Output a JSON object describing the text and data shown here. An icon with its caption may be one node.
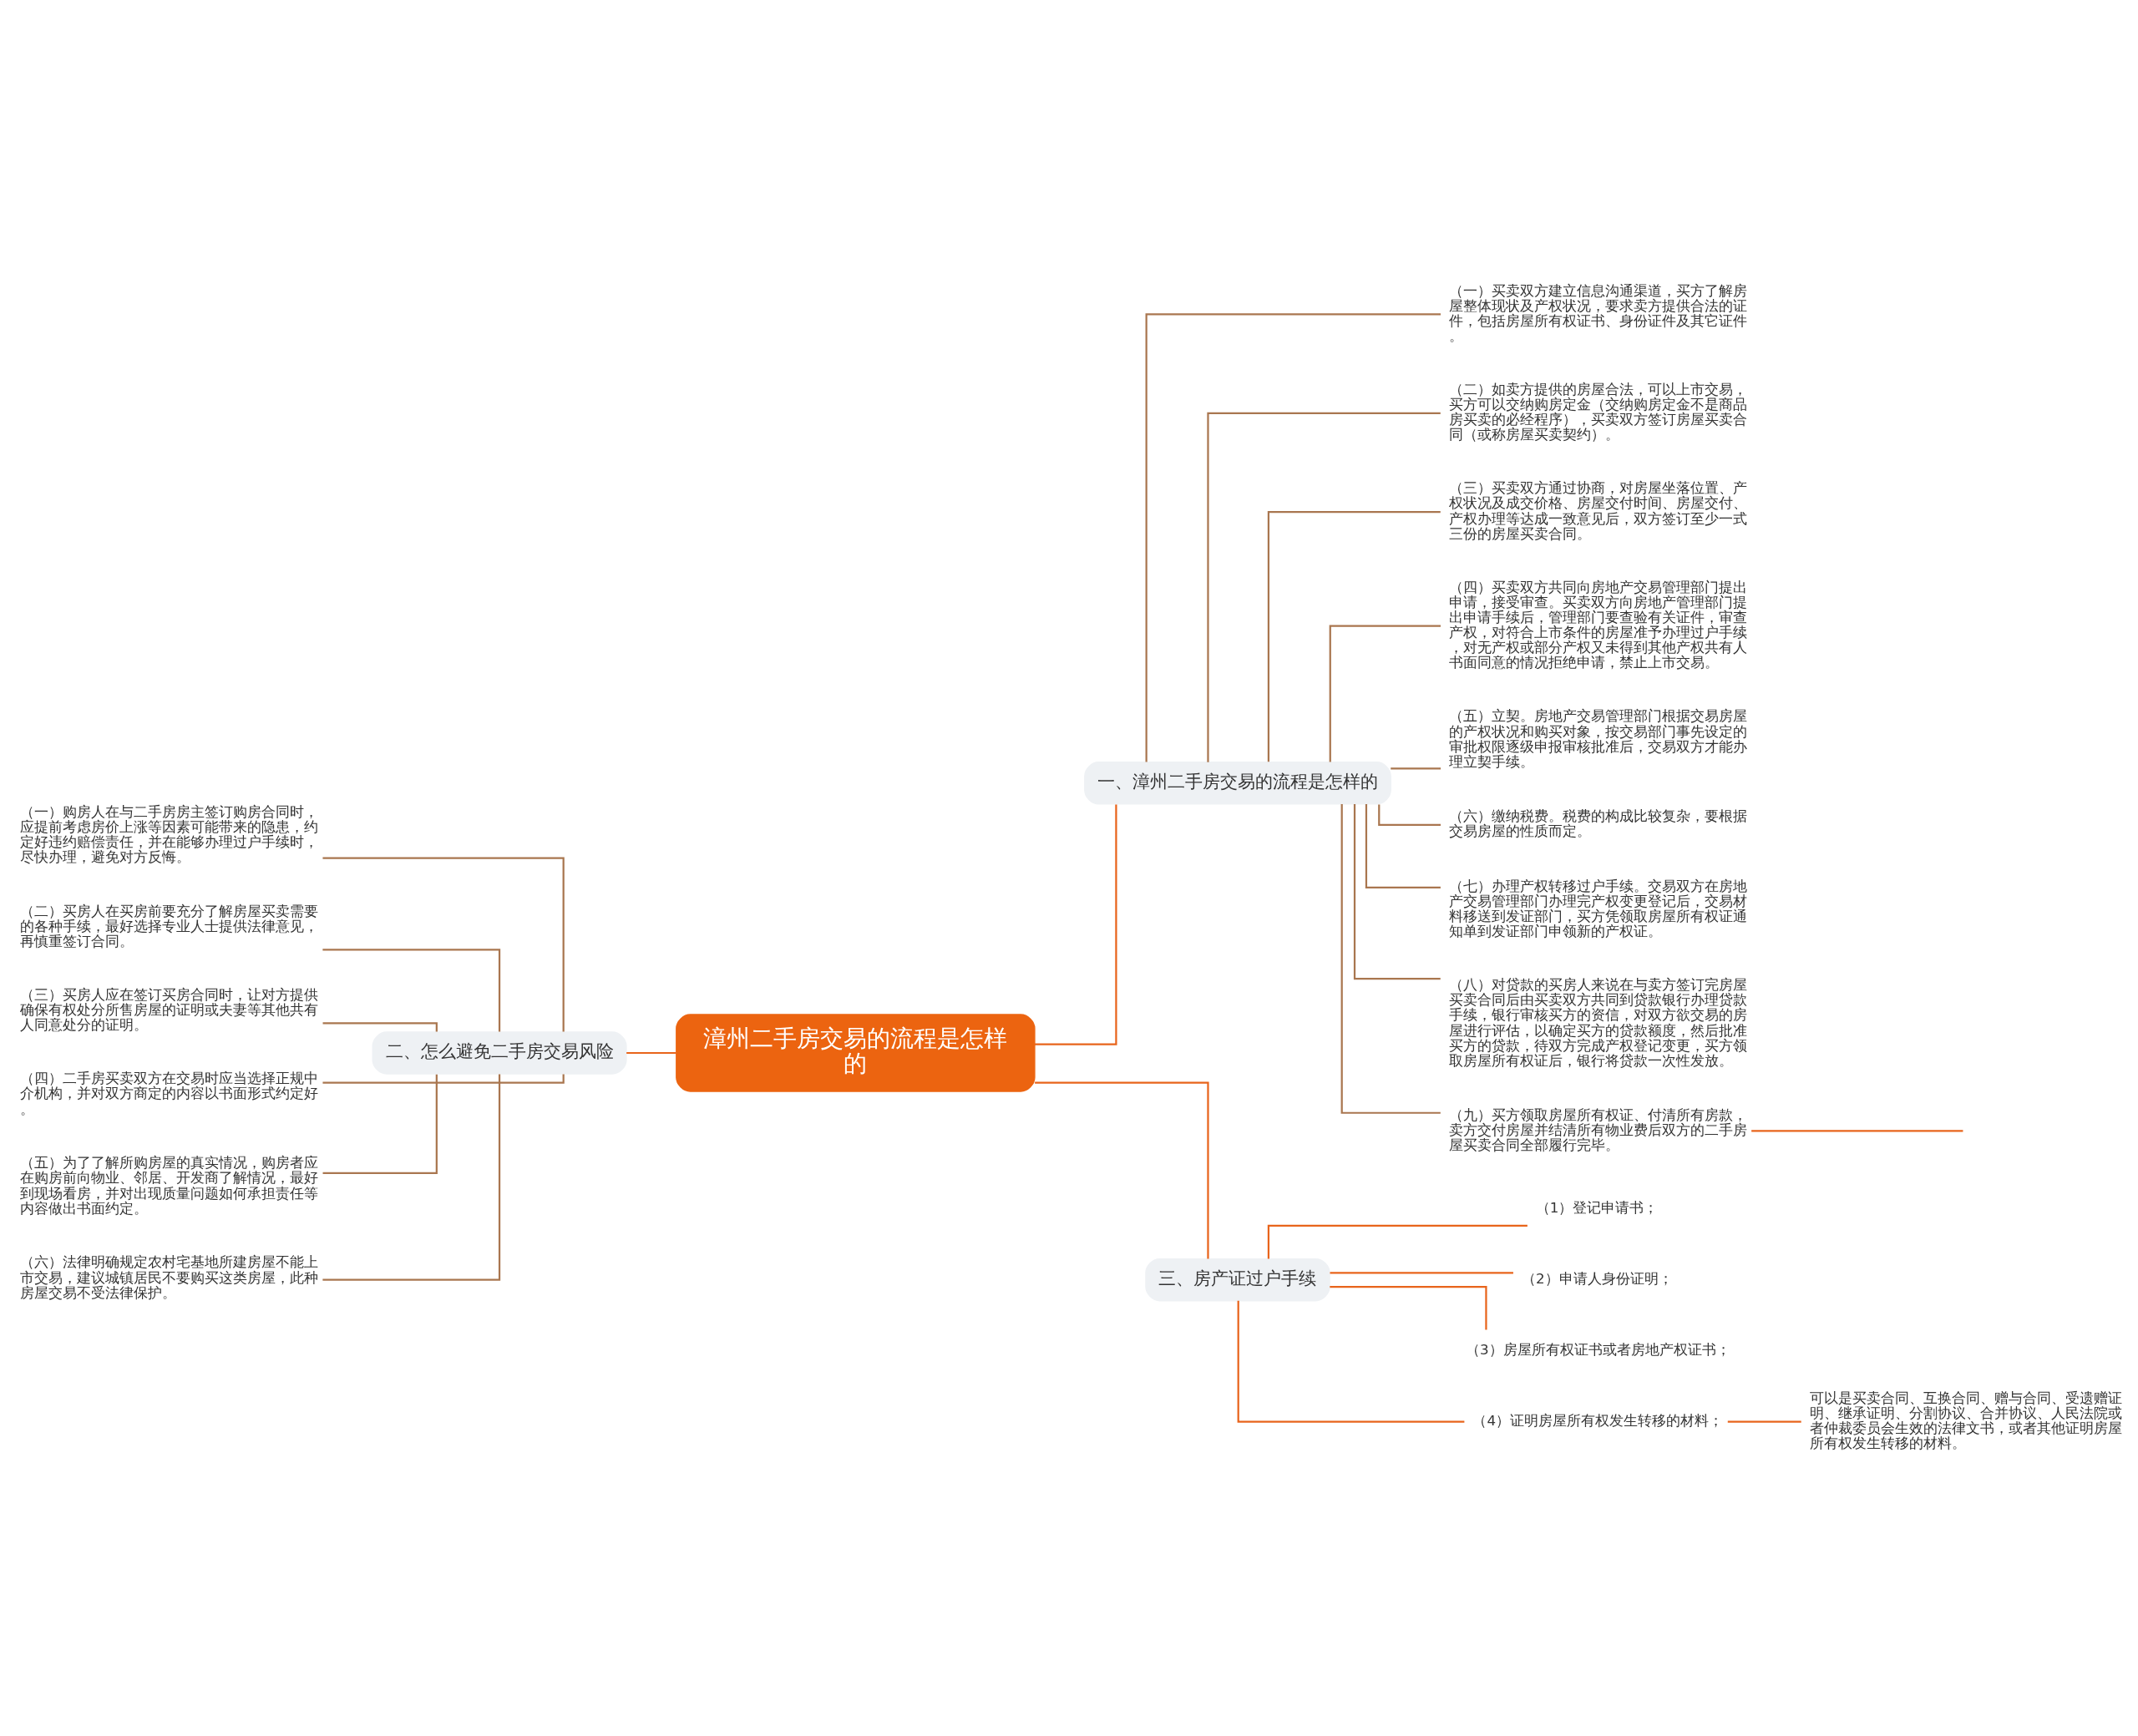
{
  "diagram": {
    "nodes": [
      {
        "text": [
          "漳州二手房交易的流程是怎样的"
        ]
      },
      {
        "text": [
          "一、漳州二手房交易的流程是怎样的"
        ]
      },
      {
        "text": [
          "（一）买卖双方建立信息沟通渠道，买方了解房屋整体现状及产权状况，要求卖方提供合法的证件，包括房屋所有权证书、身份证件及其它证件。"
        ]
      },
      {
        "text": [
          "（二）如卖方提供的房屋合法，可以上市交易，买方可以交纳购房定金（交纳购房定金不是商品房买卖的必经程序），买卖双方签订房屋买卖合同（或称房屋买卖契约）。"
        ]
      },
      {
        "text": [
          "（三）买卖双方通过协商，对房屋坐落位置、产权状况及成交价格、房屋交付时间、房屋交付、产权办理等达成一致意见后，双方签订至少一式三份的房屋买卖合同。"
        ]
      },
      {
        "text": [
          "（四）买卖双方共同向房地产交易管理部门提出申请，接受审查。买卖双方向房地产管理部门提出申请手续后，管理部门要查验有关证件，审查产权，对符合上市条件的房屋准予办理过户手续，对无产权或部分产权又未得到其他产权共有人书面同意的情况拒绝申请，禁止上市交易。"
        ]
      },
      {
        "text": [
          "（五）立契。房地产交易管理部门根据交易房屋的产权状况和购买对象，按交易部门事先设定的审批权限逐级申报审核批准后，交易双方才能办理立契手续。"
        ]
      },
      {
        "text": [
          "（六）缴纳税费。税费的构成比较复杂，要根据交易房屋的性质而定。"
        ]
      },
      {
        "text": [
          "（七）办理产权转移过户手续。交易双方在房地产交易管理部门办理完产权变更登记后，交易材料移送到发证部门，买方凭领取房屋所有权证通知单到发证部门申领新的产权证。"
        ]
      },
      {
        "text": [
          "（八）对贷款的买房人来说在与卖方签订完房屋买卖合同后由买卖双方共同到贷款银行办理贷款手续，银行审核买方的资信，对双方欲交易的房屋进行评估，以确定买方的贷款额度，然后批准买方的贷款，待双方完成产权登记变更，买方领取房屋所有权证后，银行将贷款一次性发放。"
        ]
      },
      {
        "text": [
          "（九）买方领取房屋所有权证、付清所有房款，卖方交付房屋并结清所有物业费后双方的二手房屋买卖合同全部履行完毕。"
        ]
      },
      {
        "text": [
          "二、怎么避免二手房交易风险"
        ]
      },
      {
        "text": [
          "（一）购房人在与二手房房主签订购房合同时，应提前考虑房价上涨等因素可能带来的隐患，约定好违约赔偿责任，并在能够办理过户手续时，尽快办理，避免对方反悔。"
        ]
      },
      {
        "text": [
          "（二）买房人在买房前要充分了解房屋买卖需要的各种手续，最好选择专业人士提供法律意见，再慎重签订合同。"
        ]
      },
      {
        "text": [
          "（三）买房人应在签订买房合同时，让对方提供确保有权处分所售房屋的证明或夫妻等其他共有人同意处分的证明。"
        ]
      },
      {
        "text": [
          "（四）二手房买卖双方在交易时应当选择正规中介机构，并对双方商定的内容以书面形式约定好。"
        ]
      },
      {
        "text": [
          "（五）为了了解所购房屋的真实情况，购房者应在购房前向物业、邻居、开发商了解情况，最好到现场看房，并对出现质量问题如何承担责任等内容做出书面约定。"
        ]
      },
      {
        "text": [
          "（六）法律明确规定农村宅基地所建房屋不能上市交易，建议城镇居民不要购买这类房屋，此种房屋交易不受法律保护。"
        ]
      },
      {
        "text": [
          "三、房产证过户手续"
        ]
      },
      {
        "text": [
          "（1）登记申请书；"
        ]
      },
      {
        "text": [
          "（2）申请人身份证明；"
        ]
      },
      {
        "text": [
          "（3）房屋所有权证书或者房地产权证书；"
        ]
      },
      {
        "text": [
          "（4）证明房屋所有权发生转移的材料；"
        ]
      },
      {
        "text": [
          "可以是买卖合同、互换合同、赠与合同、受遗赠证明、继承证明、分割协议、合并协议、人民法院或者仲裁委员会生效的法律文书，或者其他证明房屋所有权发生转移的材料。"
        ]
      }
    ],
    "edges": [
      {
        "from": 0,
        "to": 1,
        "arrow": "none",
        "color": "#e8641b"
      },
      {
        "from": 1,
        "to": 2,
        "arrow": "none"
      },
      {
        "from": 1,
        "to": 3,
        "arrow": "none"
      },
      {
        "from": 1,
        "to": 4,
        "arrow": "none"
      },
      {
        "from": 1,
        "to": 5,
        "arrow": "none"
      },
      {
        "from": 1,
        "to": 6,
        "arrow": "none"
      },
      {
        "from": 1,
        "to": 7,
        "arrow": "none"
      },
      {
        "from": 1,
        "to": 8,
        "arrow": "none"
      },
      {
        "from": 1,
        "to": 9,
        "arrow": "none"
      },
      {
        "from": 1,
        "to": 10,
        "arrow": "none"
      },
      {
        "from": 10,
        "to": null,
        "arrow": "none",
        "color": "#e8641b"
      },
      {
        "from": 0,
        "to": 11,
        "arrow": "none",
        "color": "#e8641b"
      },
      {
        "from": 11,
        "to": 12,
        "arrow": "none"
      },
      {
        "from": 11,
        "to": 13,
        "arrow": "none"
      },
      {
        "from": 11,
        "to": 14,
        "arrow": "none"
      },
      {
        "from": 11,
        "to": 15,
        "arrow": "none"
      },
      {
        "from": 11,
        "to": 16,
        "arrow": "none"
      },
      {
        "from": 11,
        "to": 17,
        "arrow": "none"
      },
      {
        "from": 0,
        "to": 18,
        "arrow": "none",
        "color": "#e8641b"
      },
      {
        "from": 18,
        "to": 19,
        "arrow": "none",
        "color": "#e8641b"
      },
      {
        "from": 18,
        "to": 20,
        "arrow": "none",
        "color": "#e8641b"
      },
      {
        "from": 18,
        "to": 21,
        "arrow": "none",
        "color": "#e8641b"
      },
      {
        "from": 18,
        "to": 22,
        "arrow": "none",
        "color": "#e8641b"
      },
      {
        "from": 22,
        "to": 23,
        "arrow": "none",
        "color": "#e8641b"
      }
    ]
  }
}
